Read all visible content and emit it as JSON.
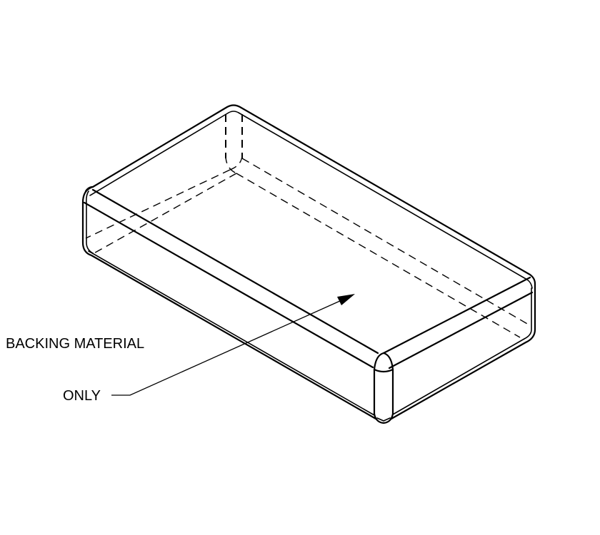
{
  "drawing": {
    "type": "isometric-part-view",
    "subject": "rounded-rectangular-pad",
    "line_color": "#000000",
    "background_color": "#ffffff"
  },
  "annotation": {
    "line1": "BACKING MATERIAL",
    "line2": "ONLY",
    "leader": "arrow-pointing-to-top-face"
  }
}
